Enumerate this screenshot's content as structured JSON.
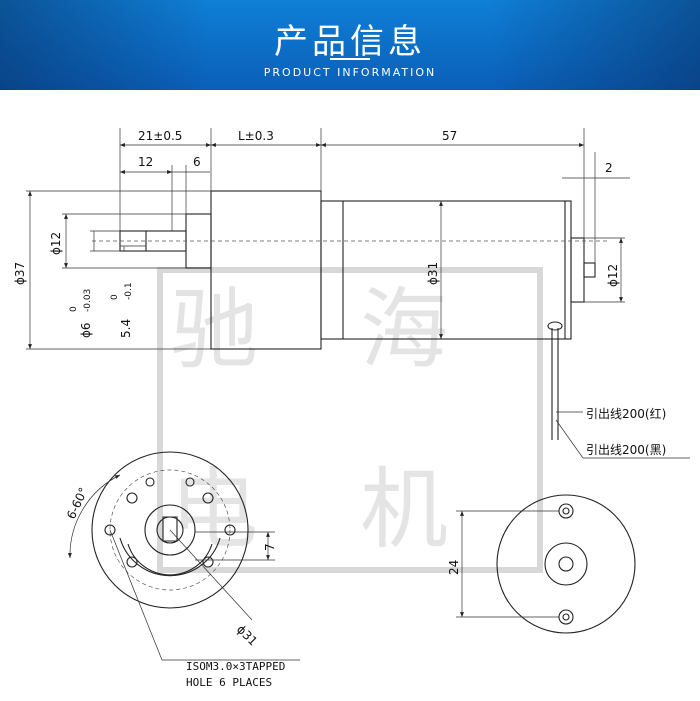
{
  "header": {
    "title": "产品信息",
    "subtitle": "PRODUCT INFORMATION",
    "color_top": "#0f7fd6",
    "color_bottom": "#0a5fb8"
  },
  "watermark": {
    "chars": [
      "驰",
      "海",
      "电",
      "机"
    ]
  },
  "side_view": {
    "dim_21": "21±0.5",
    "dim_L": "L±0.3",
    "dim_57": "57",
    "dim_12": "12",
    "dim_6": "6",
    "dim_2": "2",
    "dia_37": "ϕ37",
    "dia_12_shaft": "ϕ12",
    "dia_6": "ϕ6",
    "tol_6_upper": "0",
    "tol_6_lower": "-0.03",
    "flat_54": "5.4",
    "tol_54_upper": "0",
    "tol_54_lower": "-0.1",
    "dia_31": "ϕ31",
    "dia_12_rear": "ϕ12",
    "lead_red": "引出线200(红)",
    "lead_black": "引出线200(黑)"
  },
  "front_view": {
    "angle": "6-60°",
    "dim_7": "7",
    "dia_31": "ϕ31",
    "note_line1": "ISOM3.0×3TAPPED",
    "note_line2": "HOLE 6 PLACES"
  },
  "rear_view": {
    "dim_24": "24"
  }
}
